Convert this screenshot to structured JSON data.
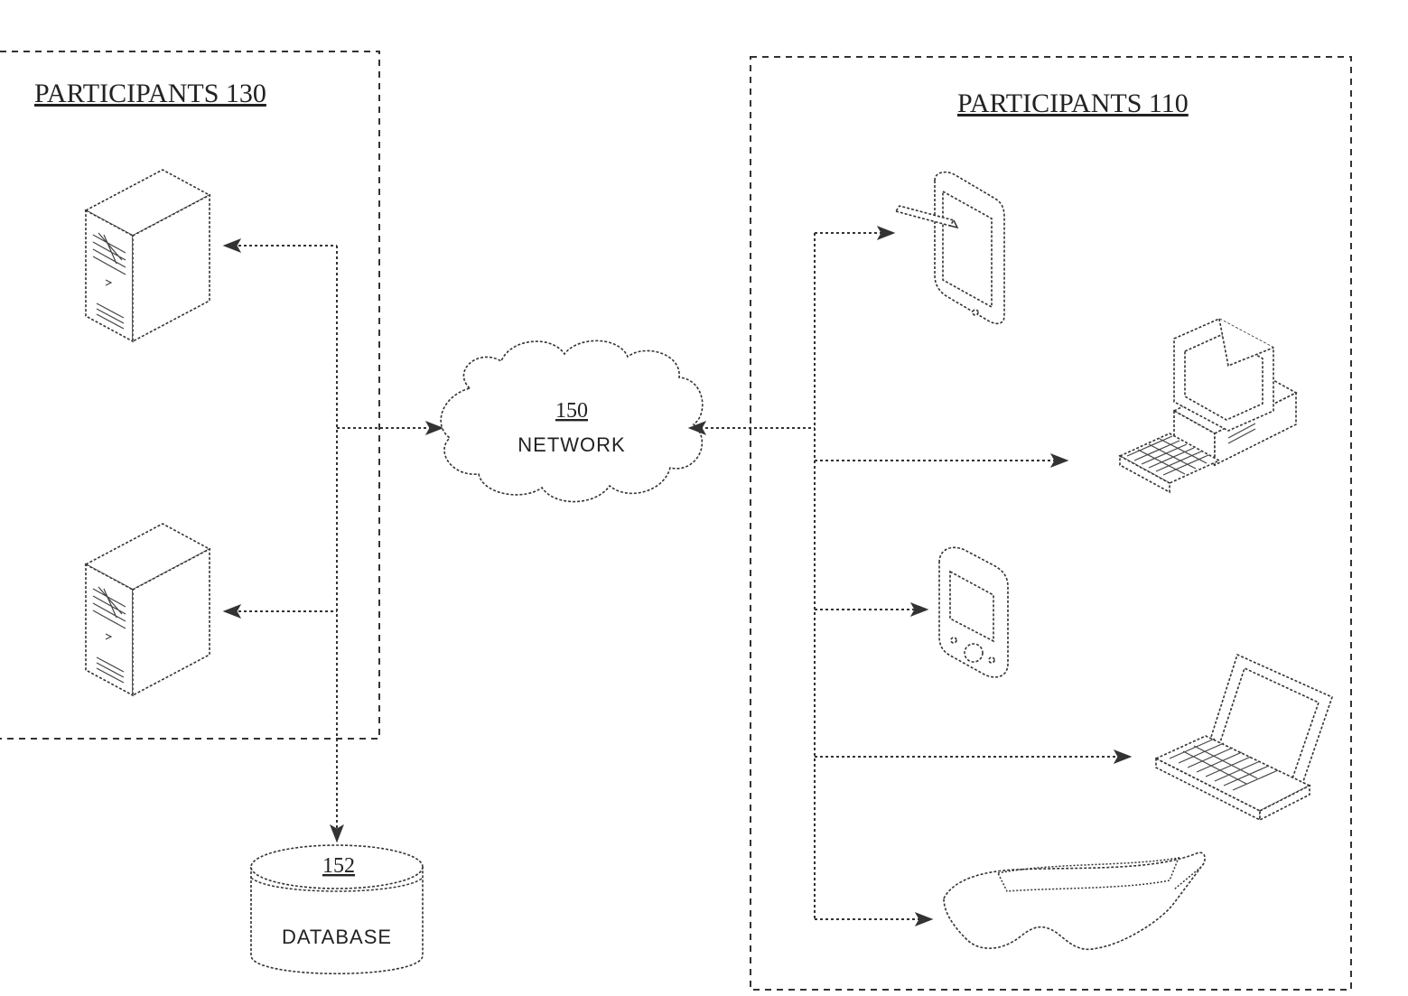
{
  "groups": {
    "left_title": "PARTICIPANTS 130",
    "right_title": "PARTICIPANTS 110"
  },
  "network": {
    "ref": "150",
    "label": "NETWORK"
  },
  "database": {
    "ref": "152",
    "label": "DATABASE"
  },
  "icons": {
    "servers": [
      "server-icon",
      "server-icon"
    ],
    "devices": [
      "tablet-with-stylus-icon",
      "desktop-computer-icon",
      "pda-icon",
      "laptop-icon",
      "vr-goggles-icon"
    ]
  }
}
